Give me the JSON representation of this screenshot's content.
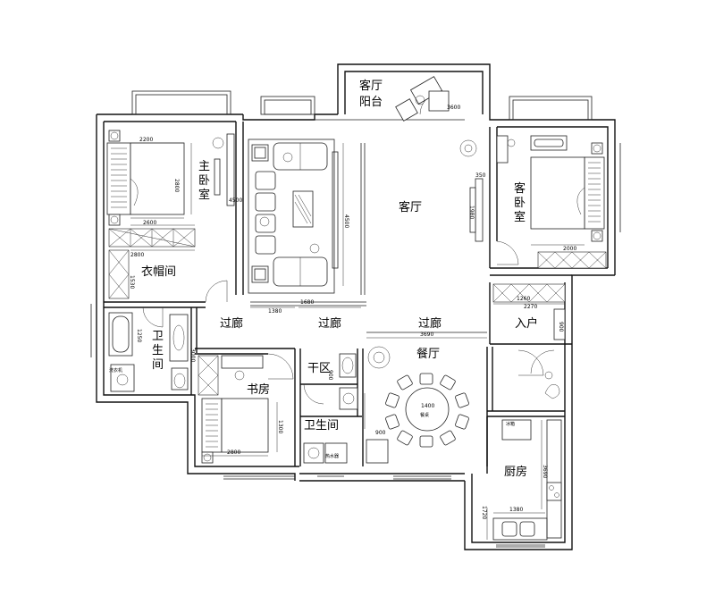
{
  "rooms": {
    "living_balcony": [
      "客厅",
      "阳台"
    ],
    "master_bedroom": [
      "主",
      "卧",
      "室"
    ],
    "guest_bedroom": [
      "客",
      "卧",
      "室"
    ],
    "living_room": "客厅",
    "walk_in_closet": "衣帽间",
    "bathroom_left": [
      "卫",
      "生",
      "间"
    ],
    "corridor_left": "过廊",
    "corridor_mid": "过廊",
    "corridor_right": "过廊",
    "entrance": "入户",
    "study": "书房",
    "drying_area": "干区",
    "dining_room": "餐厅",
    "bathroom_small": "卫生间",
    "kitchen": "厨房"
  },
  "dimensions": {
    "d2200_master": "2200",
    "d2800_master": "2800",
    "d2600": "2600",
    "d2800_closet": "2800",
    "d4500_master": "4500",
    "d1530": "1530",
    "d4500_sofa": "4500",
    "d1380_corr": "1380",
    "d1680": "1680",
    "d3600": "3600",
    "d350": "350",
    "d1980": "1980",
    "d2000": "2000",
    "d3690": "3690",
    "d2270": "2270",
    "d1400": "1400",
    "d900_dry": "900",
    "d900_a": "900",
    "d900_b": "900",
    "d3000": "3000",
    "d1300": "1300",
    "d2800_study": "2800",
    "d1250": "1250",
    "d3690_kitchen": "3690",
    "d1720": "1720",
    "d1380_kitchen": "1380",
    "d1260": "1260"
  },
  "notes": {
    "washer": "洗衣机",
    "fridge": "冰箱",
    "table": "餐桌",
    "water_heater": "热水器"
  }
}
